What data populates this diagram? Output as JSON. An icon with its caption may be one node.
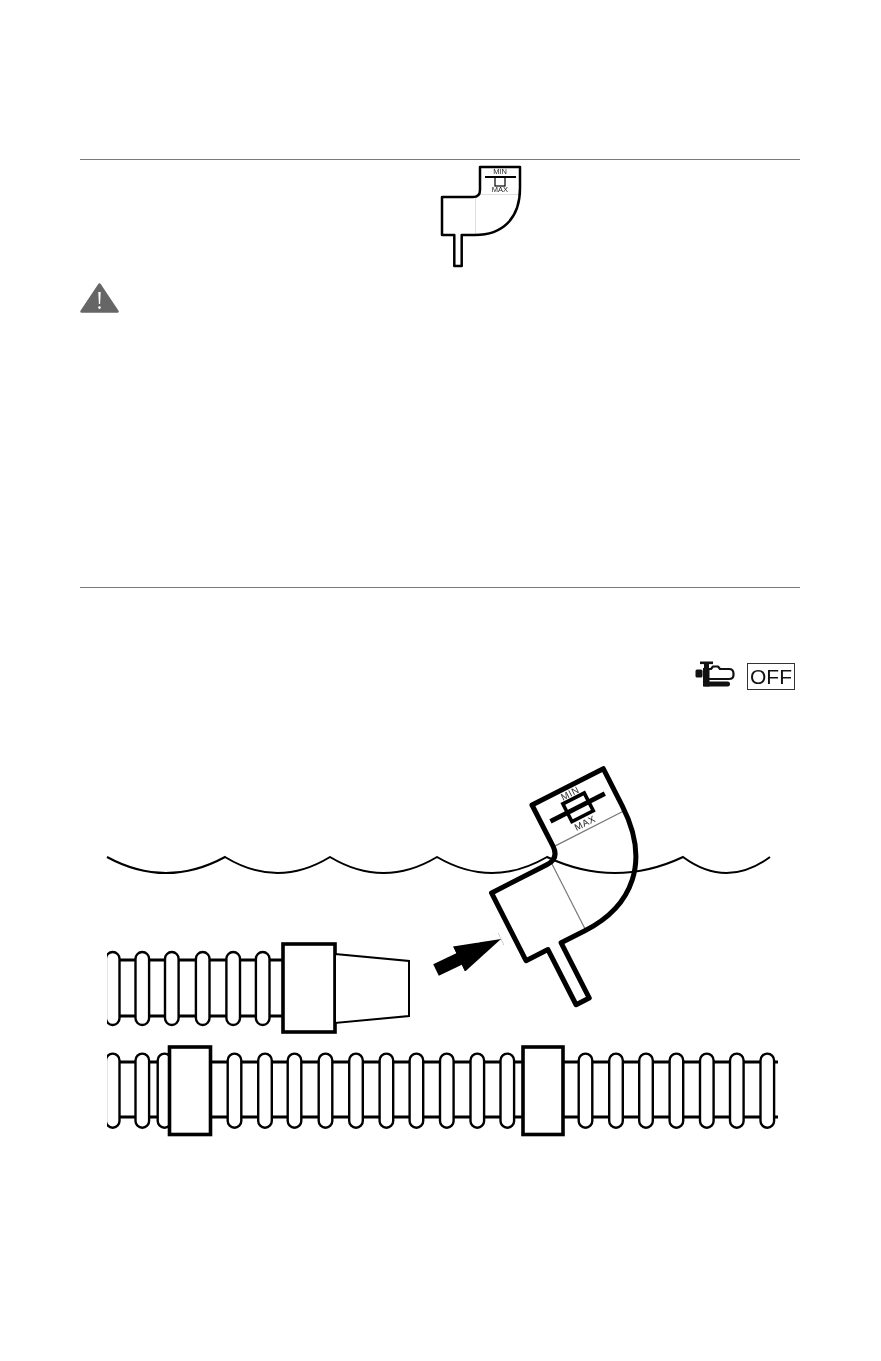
{
  "diagram": {
    "nodes": [
      {
        "text": [
          "MIN",
          "MAX"
        ]
      },
      {
        "text": [
          "OFF"
        ]
      },
      {
        "text": [],
        "shape": "picture"
      },
      {
        "text": [
          "MIN",
          "MAX"
        ]
      }
    ],
    "edges": [
      {
        "from": 2,
        "to": 3,
        "arrow": "to"
      }
    ]
  }
}
